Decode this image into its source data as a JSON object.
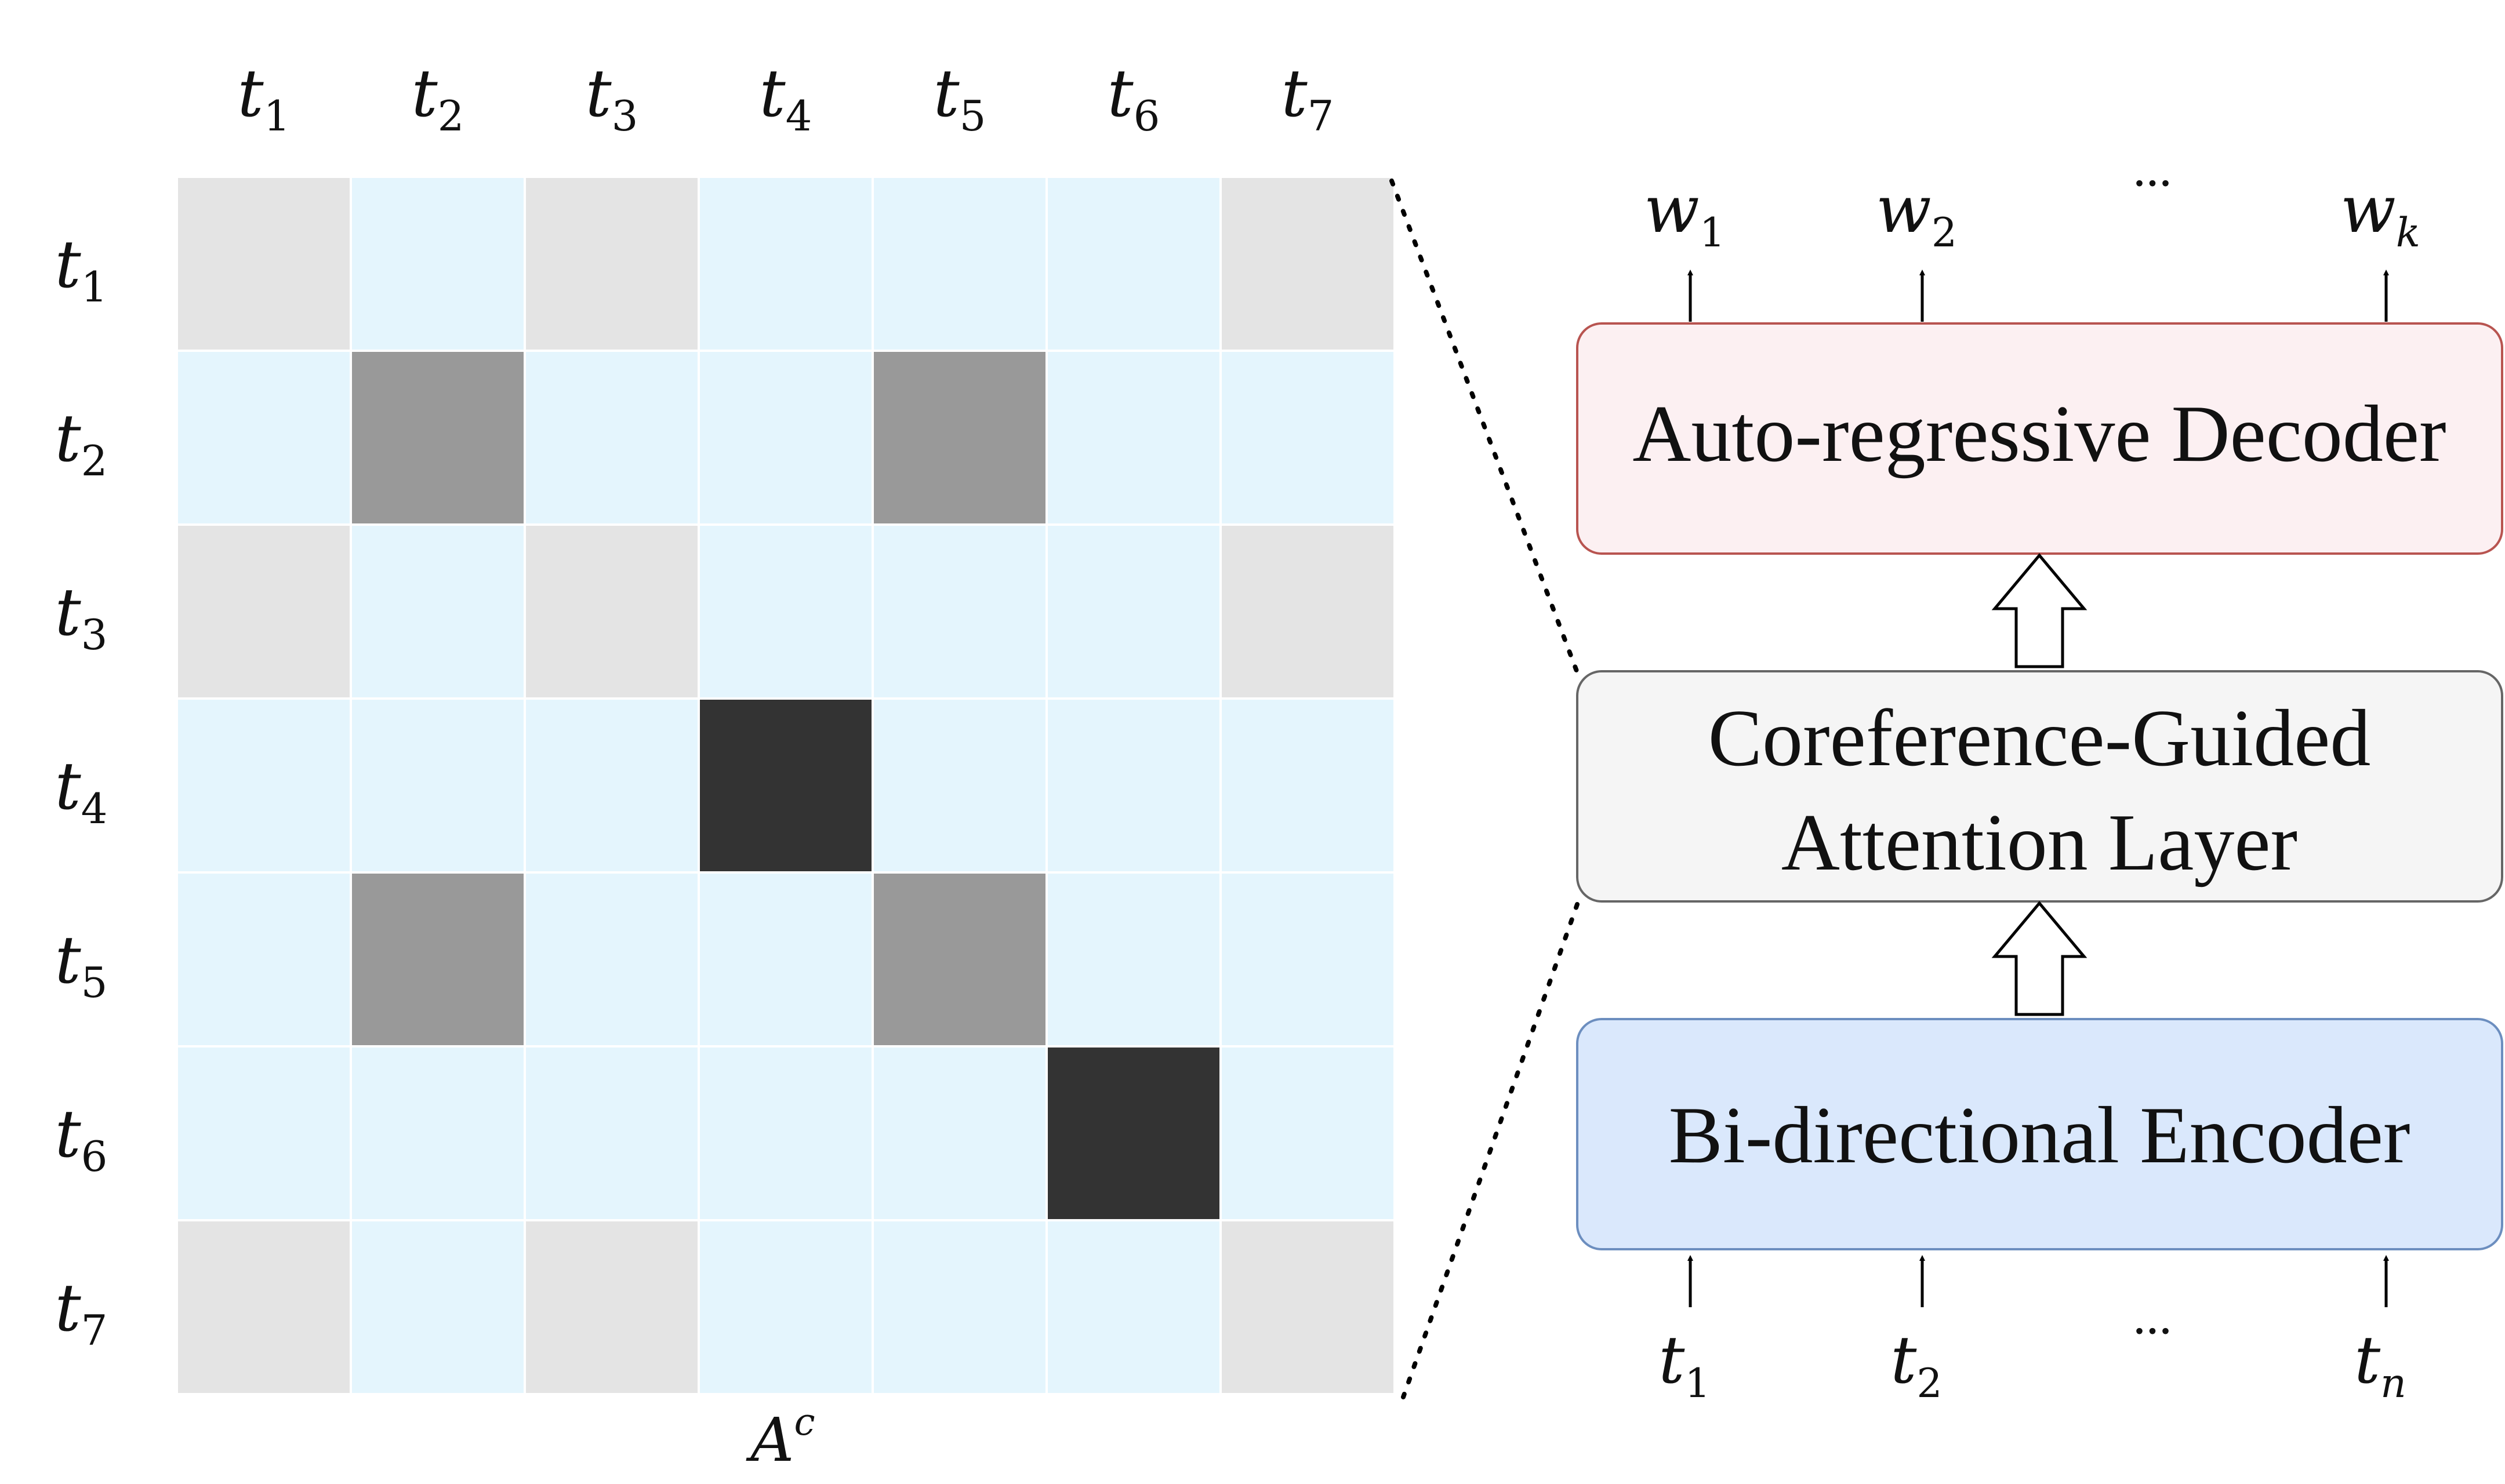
{
  "matrix": {
    "caption_base": "A",
    "caption_sup": "c",
    "tokens": [
      {
        "base": "t",
        "sub": "1"
      },
      {
        "base": "t",
        "sub": "2"
      },
      {
        "base": "t",
        "sub": "3"
      },
      {
        "base": "t",
        "sub": "4"
      },
      {
        "base": "t",
        "sub": "5"
      },
      {
        "base": "t",
        "sub": "6"
      },
      {
        "base": "t",
        "sub": "7"
      }
    ],
    "levels": [
      [
        1,
        0,
        1,
        0,
        0,
        0,
        1
      ],
      [
        0,
        2,
        0,
        0,
        2,
        0,
        0
      ],
      [
        1,
        0,
        1,
        0,
        0,
        0,
        1
      ],
      [
        0,
        0,
        0,
        3,
        0,
        0,
        0
      ],
      [
        0,
        2,
        0,
        0,
        2,
        0,
        0
      ],
      [
        0,
        0,
        0,
        0,
        0,
        3,
        0
      ],
      [
        1,
        0,
        1,
        0,
        0,
        0,
        1
      ]
    ],
    "level_colors": [
      "#e4f5fd",
      "#e4e4e4",
      "#999999",
      "#333333"
    ]
  },
  "model": {
    "decoder": {
      "label": "Auto-regressive Decoder",
      "fill": "#fcf0f2",
      "stroke": "#b85450"
    },
    "attention": {
      "label_line1": "Coreference-Guided",
      "label_line2": "Attention Layer",
      "fill": "#f5f5f5",
      "stroke": "#666666"
    },
    "encoder": {
      "label": "Bi-directional Encoder",
      "fill": "#dae8fc",
      "stroke": "#6c8ebf"
    },
    "outputs": [
      {
        "base": "w",
        "sub": "1"
      },
      {
        "base": "w",
        "sub": "2"
      },
      {
        "base": "w",
        "sub": "k"
      }
    ],
    "inputs": [
      {
        "base": "t",
        "sub": "1"
      },
      {
        "base": "t",
        "sub": "2"
      },
      {
        "base": "t",
        "sub": "n"
      }
    ],
    "ellipsis": "..."
  }
}
